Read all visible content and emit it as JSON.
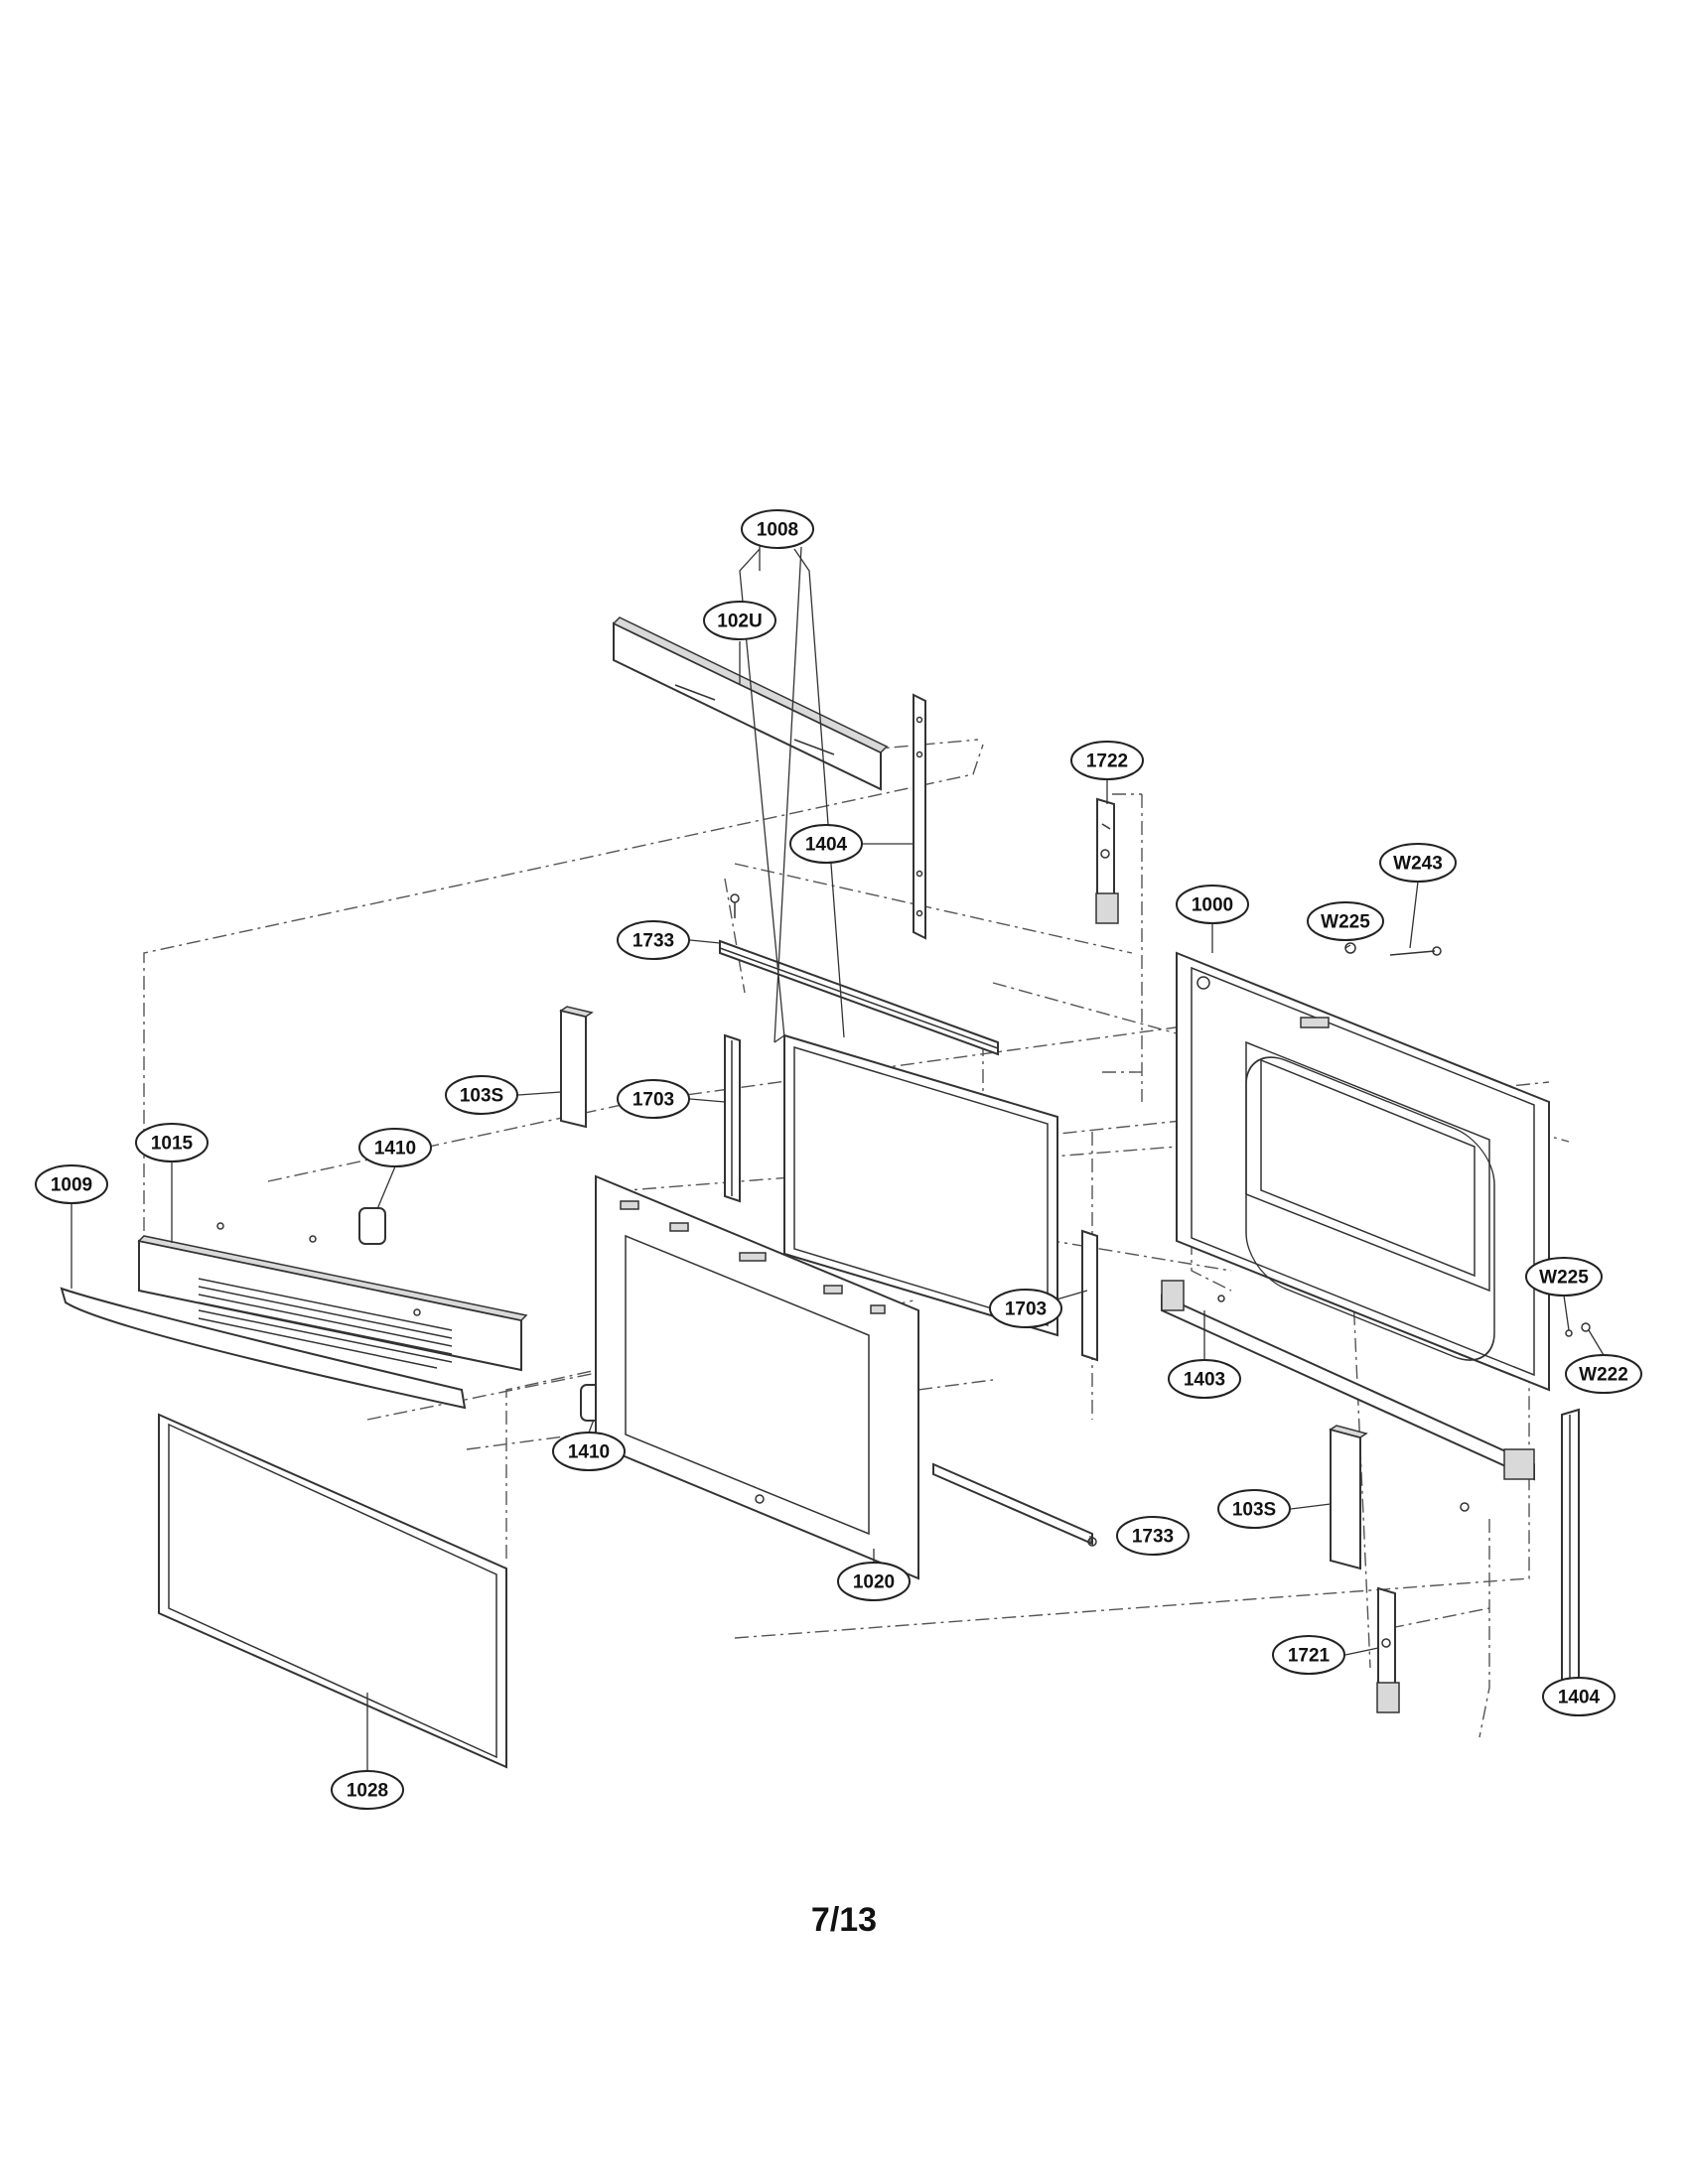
{
  "diagram": {
    "labels": {
      "l_102U": "102U",
      "l_1404_top": "1404",
      "l_1722": "1722",
      "l_W243": "W243",
      "l_1000": "1000",
      "l_W225_top": "W225",
      "l_1733_top": "1733",
      "l_103S_left": "103S",
      "l_1008": "1008",
      "l_1703_left": "1703",
      "l_1015": "1015",
      "l_1410_top": "1410",
      "l_1009": "1009",
      "l_1703_right": "1703",
      "l_W225_right": "W225",
      "l_W222": "W222",
      "l_1403": "1403",
      "l_1410_bottom": "1410",
      "l_103S_right": "103S",
      "l_1733_bottom": "1733",
      "l_1020": "1020",
      "l_1721": "1721",
      "l_1404_bottom": "1404",
      "l_1028": "1028"
    }
  },
  "footer": {
    "page_number": "7/13"
  }
}
